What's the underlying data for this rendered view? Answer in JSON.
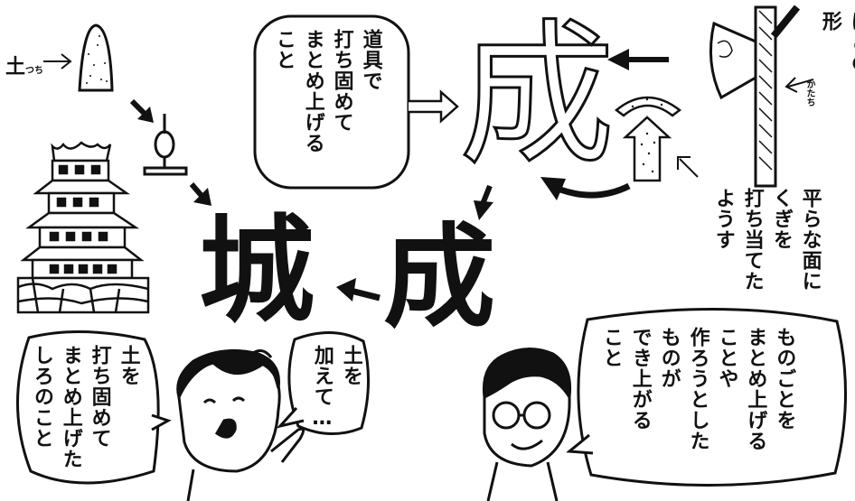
{
  "labels": {
    "earth": "土",
    "earth_ruby": "つち",
    "axe_caption": "ほこの\n形",
    "axe_caption_ruby": "かたち"
  },
  "characters": {
    "ancient_shiro": "城",
    "ancient_sei": "成",
    "outline_sei": "成"
  },
  "bubbles": {
    "tool": "道具で\n打ち固めて\nまとめ上げる\nこと",
    "hammer": "平らな面に\nくぎを\n打ち当てた\nようす",
    "man": "ものごとを\nまとめ上げる\nことや\n作ろうとした\nものが\nでき上がる\nこと",
    "girl_add": "土を\n加えて…",
    "girl_main": "土を\n打ち固めて\nまとめ上げた\nしろのこと"
  },
  "colors": {
    "ink": "#111111",
    "paper": "#ffffff"
  }
}
